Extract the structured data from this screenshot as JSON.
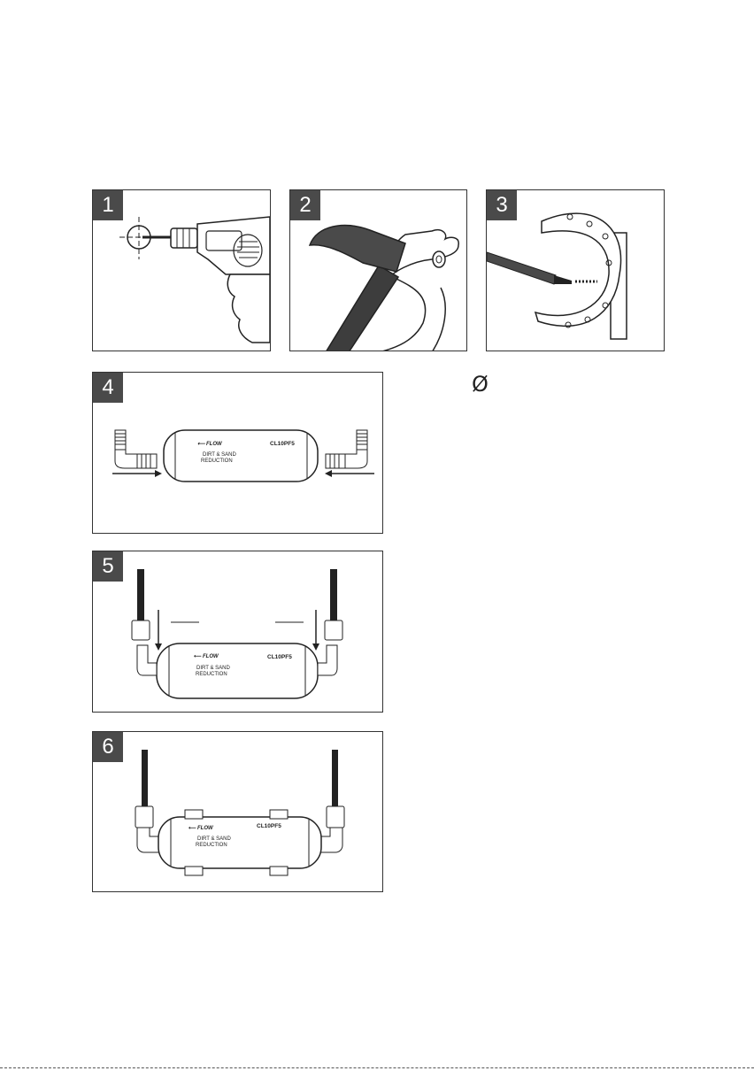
{
  "steps": [
    {
      "number": "1"
    },
    {
      "number": "2"
    },
    {
      "number": "3"
    },
    {
      "number": "4"
    },
    {
      "number": "5"
    },
    {
      "number": "6"
    }
  ],
  "filter": {
    "flow_label": "FLOW",
    "model": "CL10PF5",
    "text_line1": "DIRT & SAND",
    "text_line2": "REDUCTION"
  },
  "diameter_symbol": "Ø",
  "icons": [
    "drill-icon",
    "hammer-icon",
    "screwdriver-icon",
    "filter-cartridge-icon",
    "elbow-fitting-icon",
    "tube-icon",
    "mounting-clip-icon"
  ]
}
